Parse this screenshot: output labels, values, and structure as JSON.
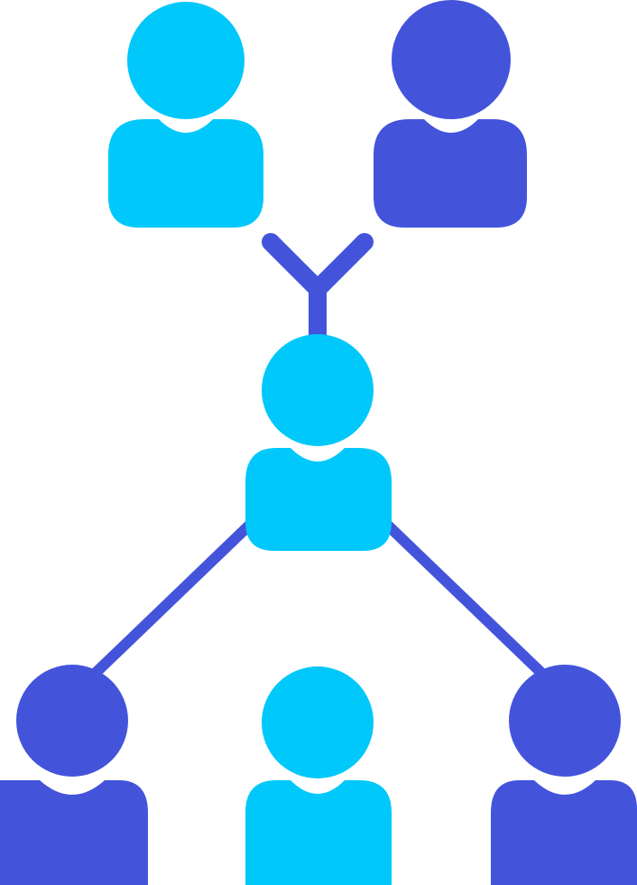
{
  "icon": {
    "name": "people-network-icon",
    "colors": {
      "cyan": "#00C8FA",
      "indigo": "#4354DB",
      "background": "#FFFFFF"
    },
    "people": [
      {
        "name": "person-top-left",
        "color": "cyan"
      },
      {
        "name": "person-top-right",
        "color": "indigo"
      },
      {
        "name": "person-center",
        "color": "cyan"
      },
      {
        "name": "person-bottom-left",
        "color": "indigo"
      },
      {
        "name": "person-bottom-center",
        "color": "cyan"
      },
      {
        "name": "person-bottom-right",
        "color": "indigo"
      }
    ]
  }
}
